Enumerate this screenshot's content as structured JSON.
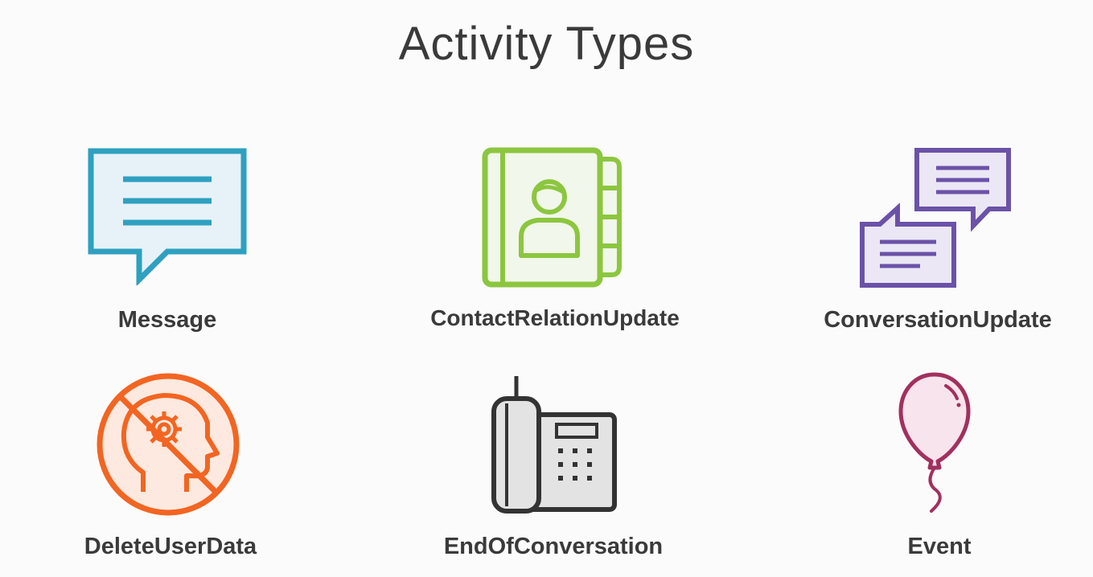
{
  "title": "Activity Types",
  "items": [
    {
      "label": "Message",
      "icon": "chat-bubble-icon",
      "color": "#2fa0c0",
      "fill": "#e6f2f8"
    },
    {
      "label": "ContactRelationUpdate",
      "icon": "address-book-icon",
      "color": "#8cc63f",
      "fill": "#f1f7ea"
    },
    {
      "label": "ConversationUpdate",
      "icon": "conversation-bubbles-icon",
      "color": "#6b52a8",
      "fill": "#ebe7f5"
    },
    {
      "label": "DeleteUserData",
      "icon": "no-user-data-icon",
      "color": "#f26522",
      "fill": "#fde9df"
    },
    {
      "label": "EndOfConversation",
      "icon": "desk-phone-icon",
      "color": "#333333",
      "fill": "#e3e3e3"
    },
    {
      "label": "Event",
      "icon": "balloon-icon",
      "color": "#a2305e",
      "fill": "#f7e4ec"
    }
  ]
}
